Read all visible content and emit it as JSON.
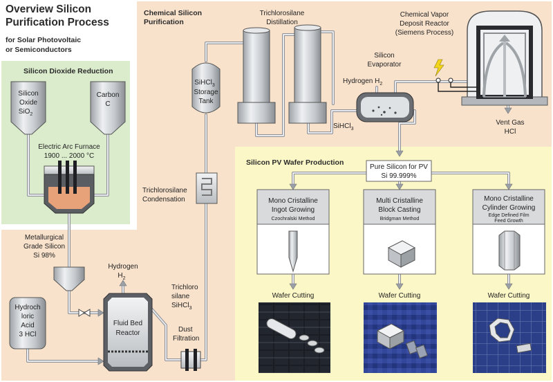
{
  "title": {
    "line1": "Overview Silicon",
    "line2": "Purification Process",
    "sub1": "for Solar Photovoltaic",
    "sub2": "or Semiconductors"
  },
  "sections": {
    "dioxide": "Silicon Dioxide Reduction",
    "chemical1": "Chemical Silicon",
    "chemical2": "Purification",
    "pv": "Silicon PV Wafer Production"
  },
  "dioxide": {
    "silicon_oxide": [
      "Silicon",
      "Oxide",
      "SiO",
      "2"
    ],
    "carbon": [
      "Carbon",
      "C"
    ],
    "furnace": [
      "Electric Arc Furnace",
      "1900 ... 2000 °C"
    ]
  },
  "metallurgical": [
    "Metallurgical",
    "Grade Silicon",
    "Si 98%"
  ],
  "hydrochloric": [
    "Hydroch",
    "loric",
    "Acid",
    "3 HCl"
  ],
  "hydrogen_out": [
    "Hydrogen",
    "H",
    "2"
  ],
  "fluid_bed": [
    "Fluid Bed",
    "Reactor"
  ],
  "trichloro_silane": [
    "Trichloro",
    "silane",
    "SiHCl",
    "3"
  ],
  "dust_filtration": [
    "Dust",
    "Filtration"
  ],
  "condensation": [
    "Trichlorosilane",
    "Condensation"
  ],
  "storage_tank": [
    "SiHCl",
    "3",
    "Storage",
    "Tank"
  ],
  "distillation": [
    "Trichlorosilane",
    "Distillation"
  ],
  "evaporator": [
    "Silicon",
    "Evaporator"
  ],
  "hydrogen_in": [
    "Hydrogen H",
    "2"
  ],
  "sihcl3_label": [
    "SiHCl",
    "3"
  ],
  "cvd": [
    "Chemical Vapor",
    "Deposit Reactor",
    "(Siemens Process)"
  ],
  "vent_gas": [
    "Vent Gas",
    "HCl"
  ],
  "pure_silicon": [
    "Pure Silicon for PV",
    "Si 99.999%"
  ],
  "methods": [
    {
      "title": [
        "Mono Cristalline",
        "Ingot Growing"
      ],
      "sub": [
        "Czochralski Method"
      ],
      "cut": "Wafer Cutting"
    },
    {
      "title": [
        "Multi Cristalline",
        "Block Casting"
      ],
      "sub": [
        "Bridgman Method"
      ],
      "cut": "Wafer Cutting"
    },
    {
      "title": [
        "Mono Cristalline",
        "Cylinder Growing"
      ],
      "sub": [
        "Edge Defined Film",
        "Feed Growth"
      ],
      "cut": "Wafer Cutting"
    }
  ],
  "colors": {
    "green_bg": "#dbeccc",
    "peach_bg": "#f8e2cc",
    "yellow_bg": "#fbf7c6",
    "pipe": "#8d9096",
    "cell_blue": "#2a3e86"
  }
}
